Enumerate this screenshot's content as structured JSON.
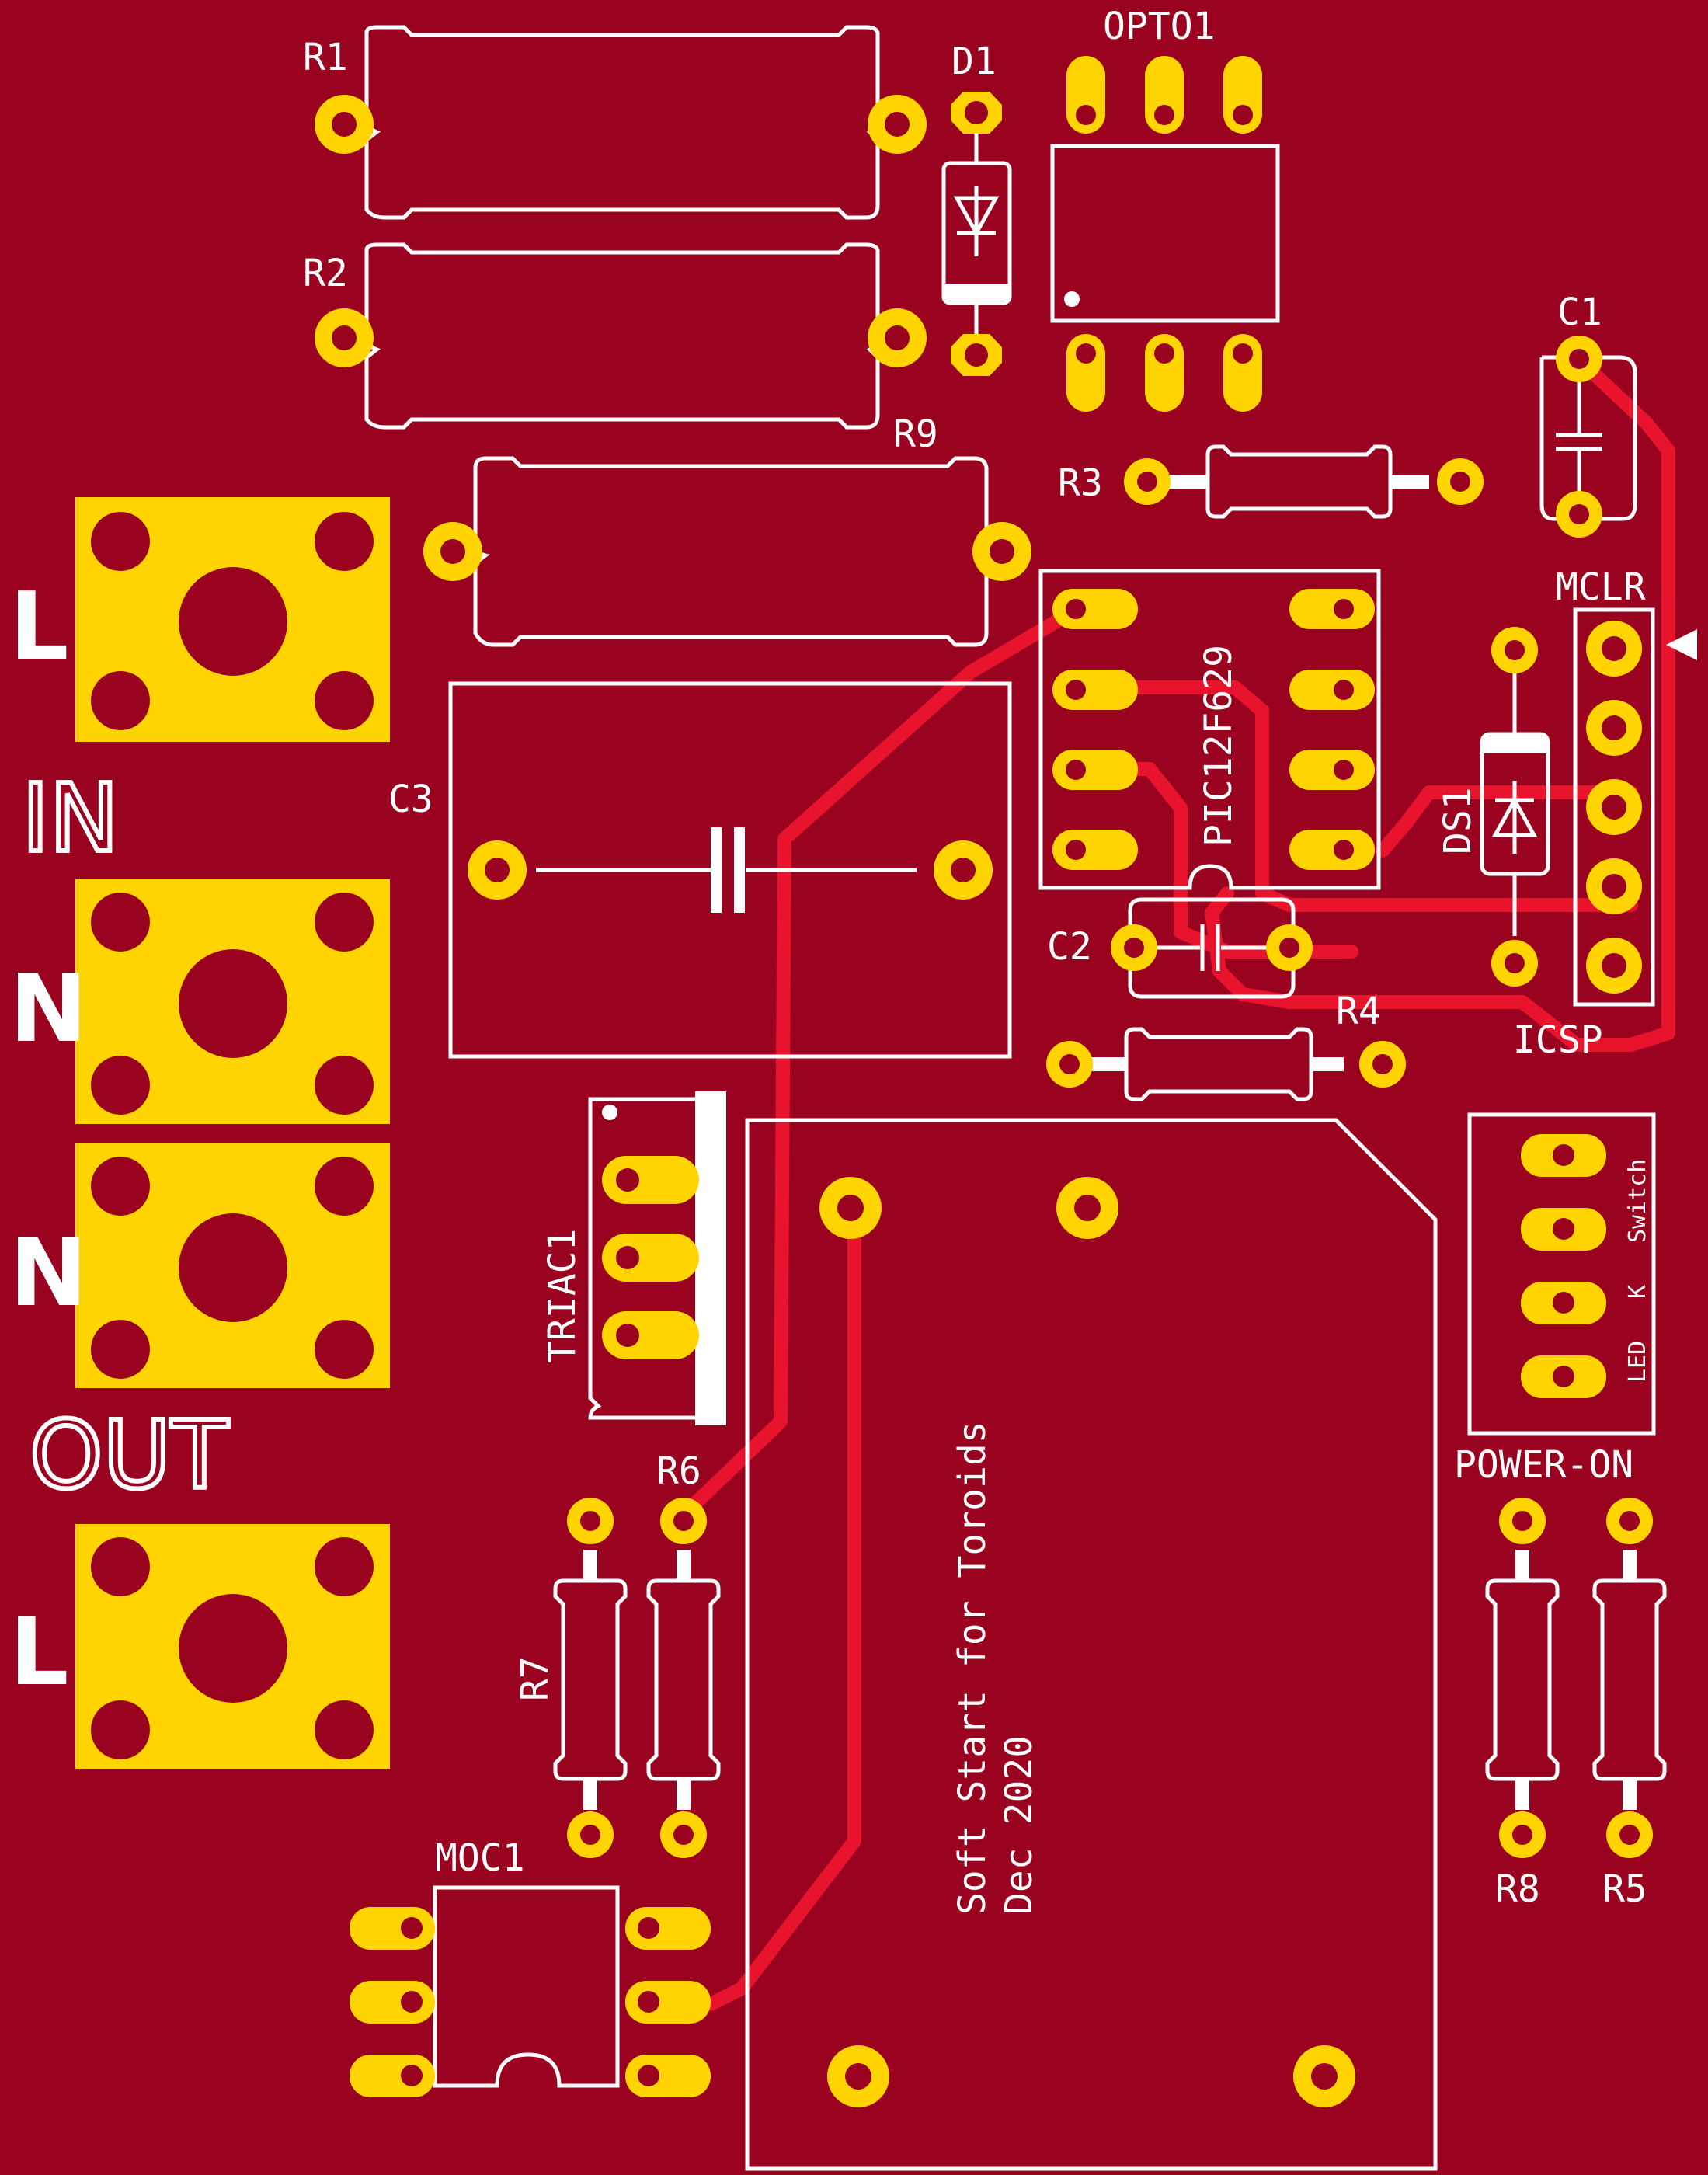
{
  "board": {
    "title_line1": "Soft Start for Toroids",
    "title_line2": "Dec 2020",
    "colors": {
      "board": "#9a0320",
      "pad": "#ffd400",
      "trace": "#e8142e",
      "silkscreen": "#ffffff"
    }
  },
  "terminals": {
    "in_label": "IN",
    "out_label": "OUT",
    "l_top": "L",
    "n_top": "N",
    "n_bottom": "N",
    "l_bottom": "L"
  },
  "components": {
    "r1": "R1",
    "r2": "R2",
    "r3": "R3",
    "r4": "R4",
    "r5": "R5",
    "r6": "R6",
    "r7": "R7",
    "r8": "R8",
    "r9": "R9",
    "d1": "D1",
    "ds1": "DS1",
    "opto1": "OPTO1",
    "c1": "C1",
    "c2": "C2",
    "c3": "C3",
    "ic": "PIC12F629",
    "mclr": "MCLR",
    "icsp": "ICSP",
    "triac1": "TRIAC1",
    "moc1": "MOC1",
    "power_on": "POWER-ON",
    "conn_switch": "Switch",
    "conn_k": "K",
    "conn_led": "LED"
  }
}
